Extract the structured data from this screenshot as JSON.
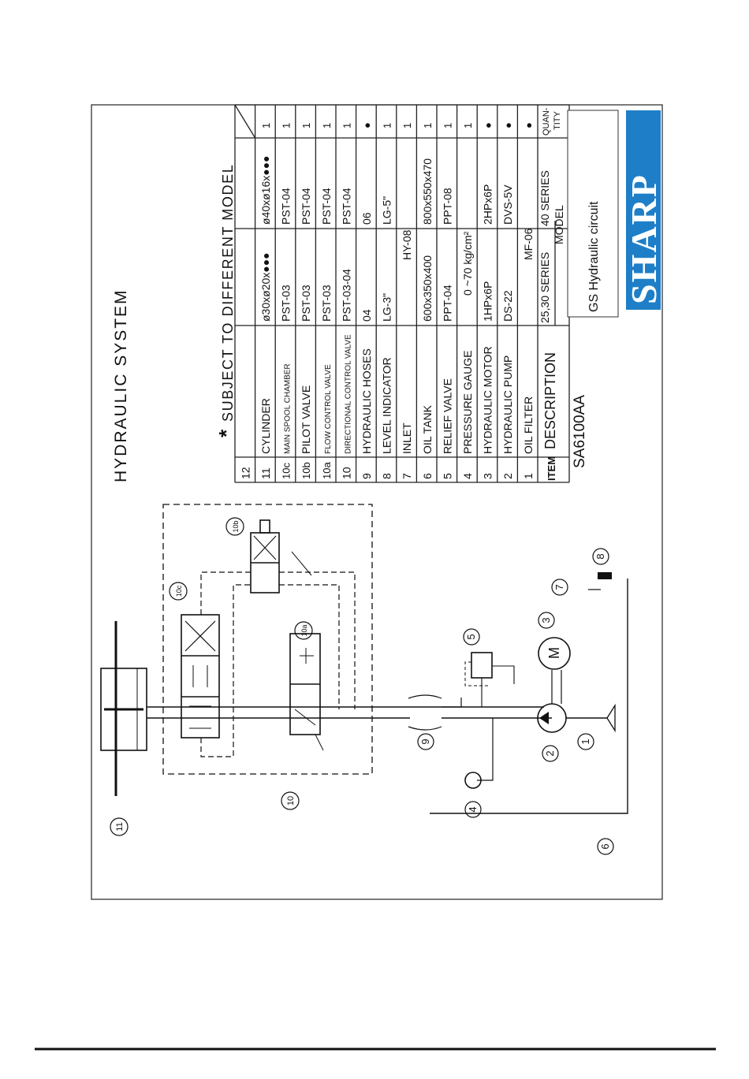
{
  "diagram": {
    "title": "HYDRAULIC SYSTEM",
    "subtitle": "SUBJECT TO DIFFERENT MODEL",
    "subtitle_mark": "*",
    "drawing_number": "SA6100AA",
    "caption": "GS Hydraulic circuit",
    "brand": "SHARP",
    "brand_color": "#1e7fc8"
  },
  "table": {
    "headers": {
      "item": "ITEM",
      "description": "DESCRIPTION",
      "col_a": "25,30 SERIES",
      "col_b": "40 SERIES",
      "model": "MODEL",
      "quantity": "QUAN-\nTITY"
    },
    "rows": [
      {
        "item": "12",
        "description": "",
        "a": "",
        "b": "",
        "qty": ""
      },
      {
        "item": "11",
        "description": "CYLINDER",
        "a": "ø30xø20x●●●",
        "b": "ø40xø16x●●●",
        "qty": "1"
      },
      {
        "item": "10c",
        "description": "MAIN SPOOL CHAMBER",
        "a": "PST-03",
        "b": "PST-04",
        "qty": "1"
      },
      {
        "item": "10b",
        "description": "PILOT VALVE",
        "a": "PST-03",
        "b": "PST-04",
        "qty": "1"
      },
      {
        "item": "10a",
        "description": "FLOW CONTROL VALVE",
        "a": "PST-03",
        "b": "PST-04",
        "qty": "1"
      },
      {
        "item": "10",
        "description": "DIRECTIONAL CONTROL VALVE",
        "a": "PST-03-04",
        "b": "PST-04",
        "qty": "1"
      },
      {
        "item": "9",
        "description": "HYDRAULIC HOSES",
        "a": "04",
        "b": "06",
        "qty": "●"
      },
      {
        "item": "8",
        "description": "LEVEL INDICATOR",
        "a": "LG-3\"",
        "b": "LG-5\"",
        "qty": "1"
      },
      {
        "item": "7",
        "description": "INLET",
        "span": "HY-08",
        "qty": "1"
      },
      {
        "item": "6",
        "description": "OIL TANK",
        "a": "600x350x400",
        "b": "800x550x470",
        "qty": "1"
      },
      {
        "item": "5",
        "description": "RELIEF VALVE",
        "a": "PPT-04",
        "b": "PPT-08",
        "qty": "1"
      },
      {
        "item": "4",
        "description": "PRESSURE GAUGE",
        "span": "0 ~70 kg/cm²",
        "qty": "1"
      },
      {
        "item": "3",
        "description": "HYDRAULIC MOTOR",
        "a": "1HPx6P",
        "b": "2HPx6P",
        "qty": "●"
      },
      {
        "item": "2",
        "description": "HYDRAULIC PUMP",
        "a": "DS-22",
        "b": "DVS-5V",
        "qty": "●"
      },
      {
        "item": "1",
        "description": "OIL FILTER",
        "span": "MF-06",
        "qty": "●"
      }
    ]
  },
  "callouts": [
    "11",
    "10",
    "10c",
    "10b",
    "10a",
    "9",
    "8",
    "7",
    "6",
    "5",
    "4",
    "3",
    "2",
    "1"
  ],
  "motor_symbol": "M"
}
